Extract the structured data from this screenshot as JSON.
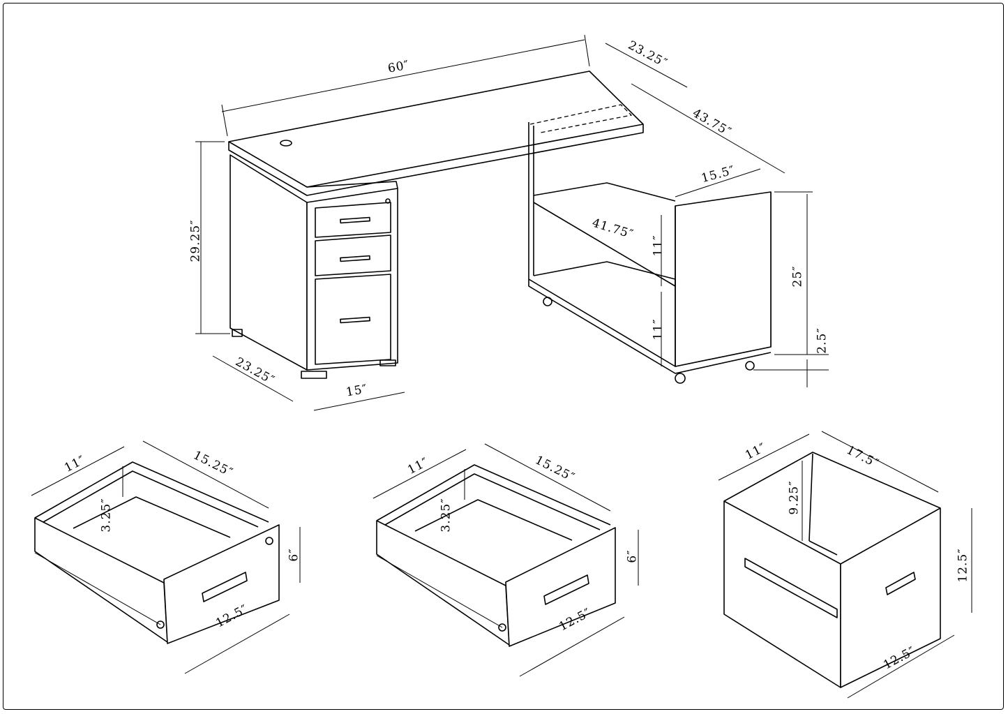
{
  "desk": {
    "top_width": "60″",
    "return_depth": "23.25″",
    "return_length": "43.75″",
    "return_top_width": "15.5″",
    "desk_height": "29.25″",
    "shelf_length": "41.75″",
    "shelf_upper_height": "11″",
    "shelf_lower_height": "11″",
    "return_height": "25″",
    "caster_height": "2.5″",
    "pedestal_depth": "23.25″",
    "pedestal_width": "15″"
  },
  "drawers": [
    {
      "depth": "11″",
      "length": "15.25″",
      "inner_height": "3.25″",
      "front_height": "6″",
      "front_width": "12.5″"
    },
    {
      "depth": "11″",
      "length": "15.25″",
      "inner_height": "3.25″",
      "front_height": "6″",
      "front_width": "12.5″"
    },
    {
      "depth": "11″",
      "length": "17.5″",
      "inner_height": "9.25″",
      "front_height": "12.5″",
      "front_width": "12.5″"
    }
  ]
}
